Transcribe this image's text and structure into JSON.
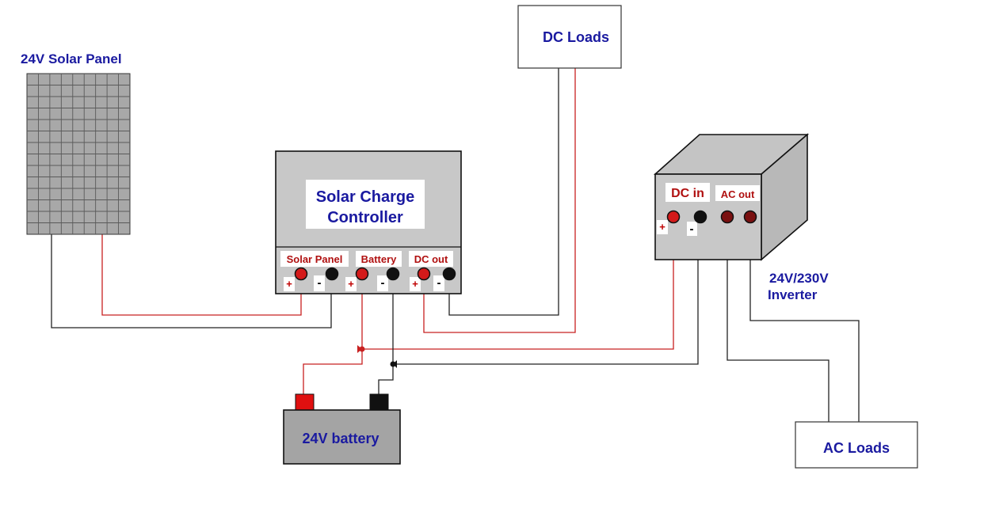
{
  "solar_panel": {
    "title": "24V Solar Panel"
  },
  "charge_controller": {
    "title_line1": "Solar Charge",
    "title_line2": "Controller",
    "terminals": [
      "Solar Panel",
      "Battery",
      "DC out"
    ],
    "plus": "+",
    "minus": "-"
  },
  "dc_loads": {
    "label": "DC Loads"
  },
  "inverter": {
    "title_line1": "24V/230V",
    "title_line2": "Inverter",
    "dc_in": "DC in",
    "ac_out": "AC out",
    "plus": "+",
    "minus": "-"
  },
  "ac_loads": {
    "label": "AC Loads"
  },
  "battery": {
    "label": "24V battery"
  },
  "colors": {
    "positive_wire": "#c82020",
    "negative_wire": "#222222",
    "label_blue": "#1a1aa0",
    "label_red": "#b01010",
    "box_grey": "#c8c8c8",
    "panel_grey": "#a8a8a8"
  }
}
